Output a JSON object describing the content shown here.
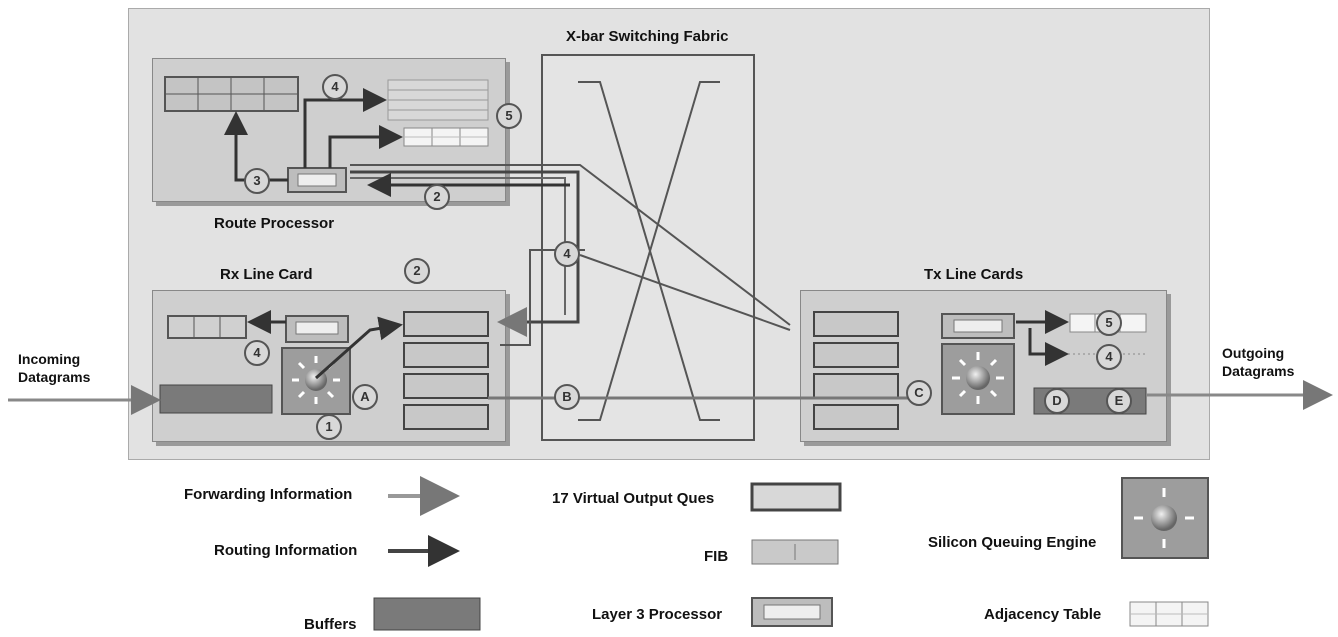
{
  "title": "X-bar Switching Fabric",
  "blocks": {
    "route_processor": "Route Processor",
    "rx_line_card": "Rx Line Card",
    "tx_line_cards": "Tx Line Cards"
  },
  "io": {
    "incoming": "Incoming Datagrams",
    "outgoing": "Outgoing Datagrams"
  },
  "markers": {
    "rp_4": "4",
    "rp_5": "5",
    "rp_3": "3",
    "rp_2": "2",
    "above_rx_2": "2",
    "fabric_4": "4",
    "fabric_B": "B",
    "rx_4": "4",
    "rx_A": "A",
    "rx_1": "1",
    "tx_C": "C",
    "tx_5": "5",
    "tx_4": "4",
    "tx_D": "D",
    "tx_E": "E"
  },
  "legend": {
    "forwarding": "Forwarding Information",
    "routing": "Routing Information",
    "buffers": "Buffers",
    "voq": "17 Virtual Output Ques",
    "fib": "FIB",
    "l3": "Layer 3 Processor",
    "sqe": "Silicon Queuing Engine",
    "adjacency": "Adjacency Table"
  }
}
